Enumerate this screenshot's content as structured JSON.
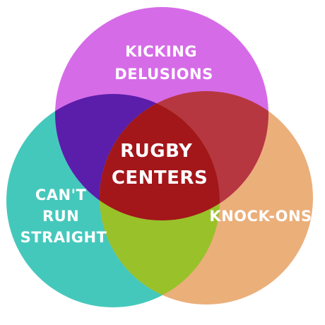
{
  "diagram": {
    "sets": [
      {
        "name": "top",
        "label_lines": [
          "KICKING",
          "DELUSIONS"
        ],
        "color": "#D66BE8"
      },
      {
        "name": "left",
        "label_lines": [
          "CAN'T",
          "RUN",
          "STRAIGHT"
        ],
        "color": "#45C8BC"
      },
      {
        "name": "right",
        "label_lines": [
          "KNOCK-ONS"
        ],
        "color": "#EBAF7A"
      }
    ],
    "overlaps": {
      "top_left": "#5A1EAB",
      "top_right": "#B63740",
      "left_right": "#99C12A",
      "center": "#A3161A"
    },
    "center_label_lines": [
      "RUGBY",
      "CENTERS"
    ]
  }
}
